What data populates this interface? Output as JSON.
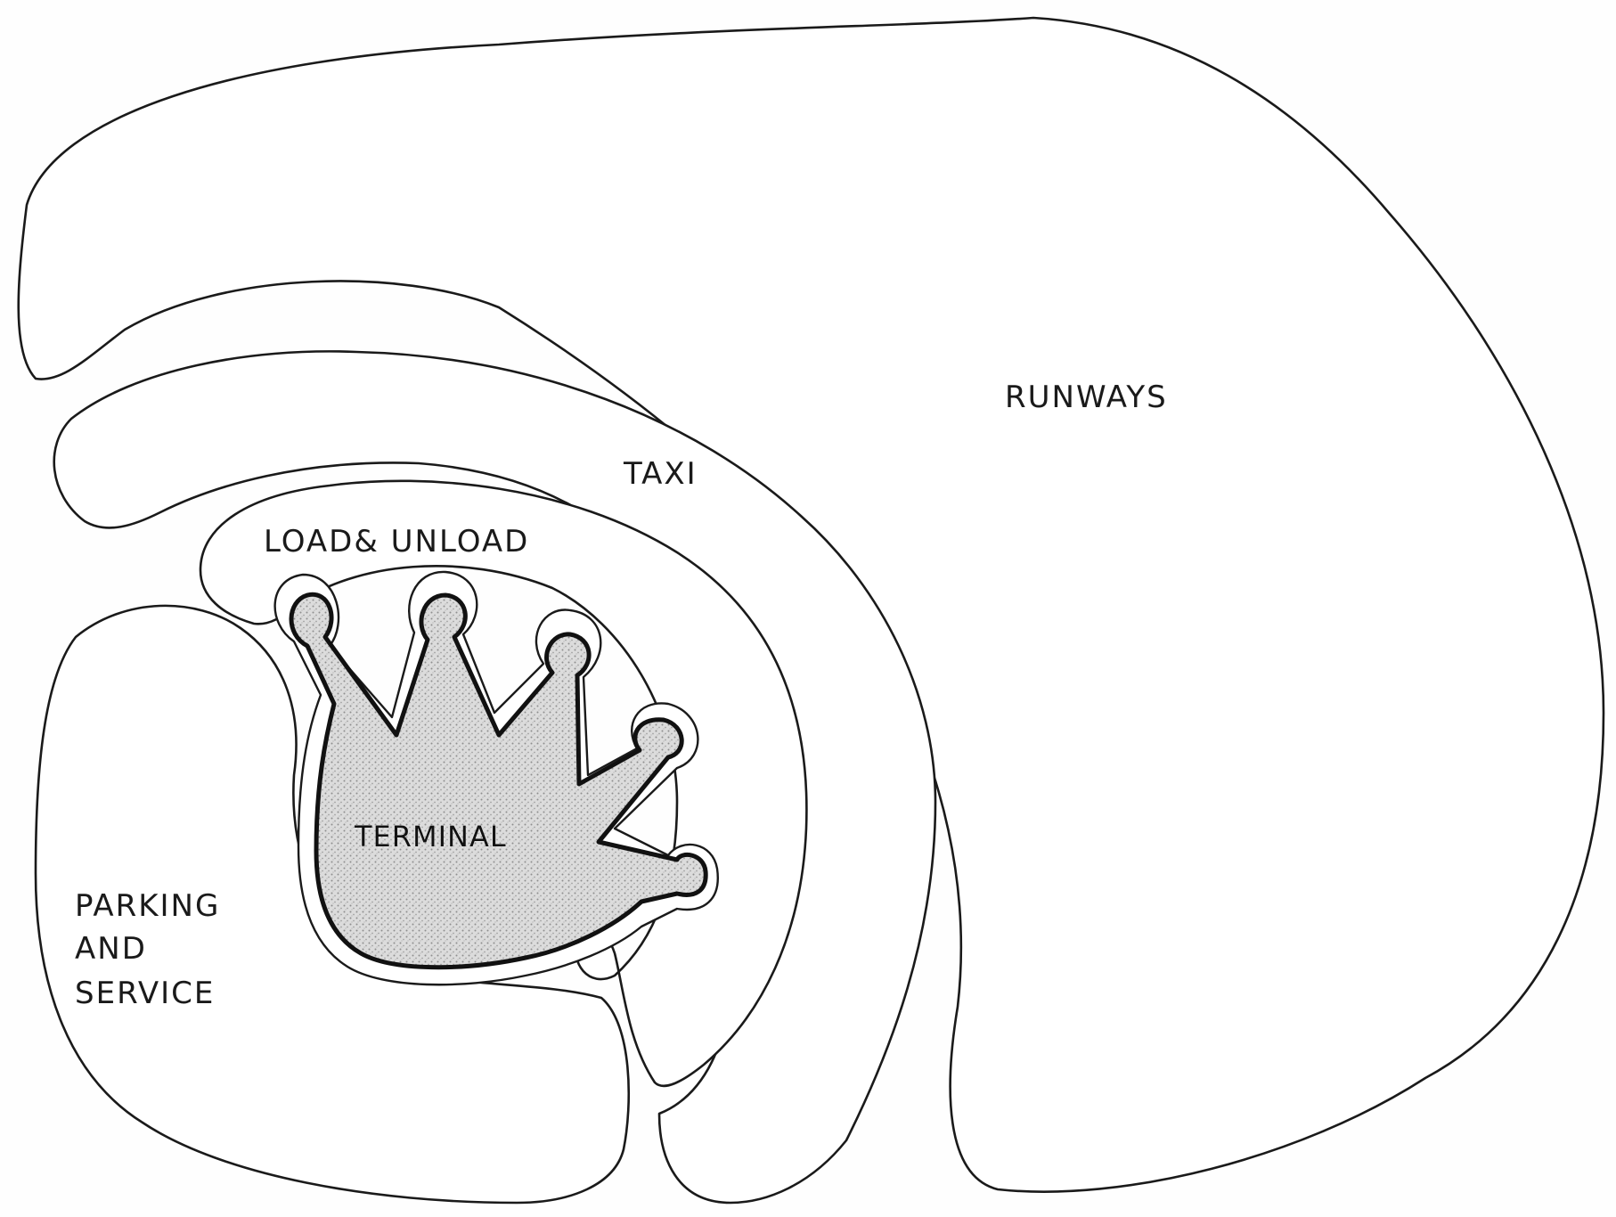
{
  "diagram": {
    "zones": [
      {
        "id": "runways",
        "label": "RUNWAYS"
      },
      {
        "id": "taxi",
        "label": "TAXI"
      },
      {
        "id": "load-unload",
        "label": "LOAD& UNLOAD"
      },
      {
        "id": "terminal",
        "label": "TERMINAL"
      },
      {
        "id": "parking-and-service",
        "label_lines": [
          "PARKING",
          "AND",
          "SERVICE"
        ]
      }
    ]
  },
  "colors": {
    "line": "#1a1a1a",
    "zone_fill": "#ffffff",
    "terminal_stipple": "#9a9a9a"
  }
}
